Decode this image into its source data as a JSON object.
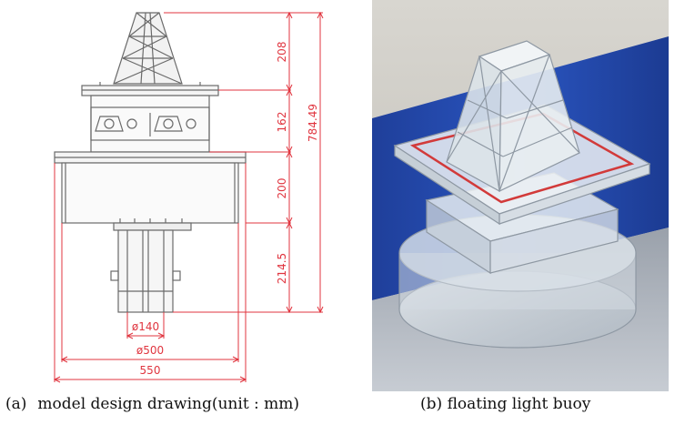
{
  "drawing": {
    "dimensions": {
      "d1": "208",
      "d2": "162",
      "d3": "200",
      "d4": "214.5",
      "total": "784.49",
      "w_inner": "ø140",
      "w_mid": "ø500",
      "w_outer": "550"
    }
  },
  "captions": {
    "a_label": "(a)",
    "a_text": "model design drawing(unit : mm)",
    "b_label": "(b)",
    "b_text": "floating light buoy"
  },
  "colors": {
    "dimension_red": "#e0353f",
    "line_gray": "#6a6a6a",
    "photo_blue": "#2a55c0"
  }
}
